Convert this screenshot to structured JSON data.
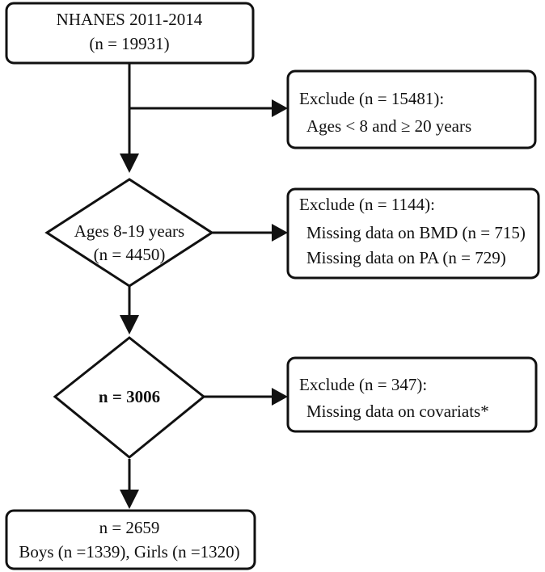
{
  "flowchart": {
    "top_box": {
      "line1": "NHANES 2011-2014",
      "line2": "(n = 19931)"
    },
    "exclude_1": {
      "title": "Exclude (n = 15481):",
      "line1": "Ages < 8 and ≥ 20 years"
    },
    "diamond_1": {
      "line1": "Ages 8-19 years",
      "line2": "(n = 4450)"
    },
    "exclude_2": {
      "title": "Exclude (n = 1144):",
      "line1": "Missing data on BMD (n = 715)",
      "line2": "Missing data on PA (n = 729)"
    },
    "diamond_2": {
      "line1": "n = 3006"
    },
    "exclude_3": {
      "title": "Exclude (n = 347):",
      "line1": "Missing data on covariats*"
    },
    "bottom_box": {
      "line1": "n = 2659",
      "line2": "Boys (n =1339), Girls (n =1320)"
    }
  },
  "colors": {
    "stroke": "#111111",
    "background": "#ffffff"
  }
}
